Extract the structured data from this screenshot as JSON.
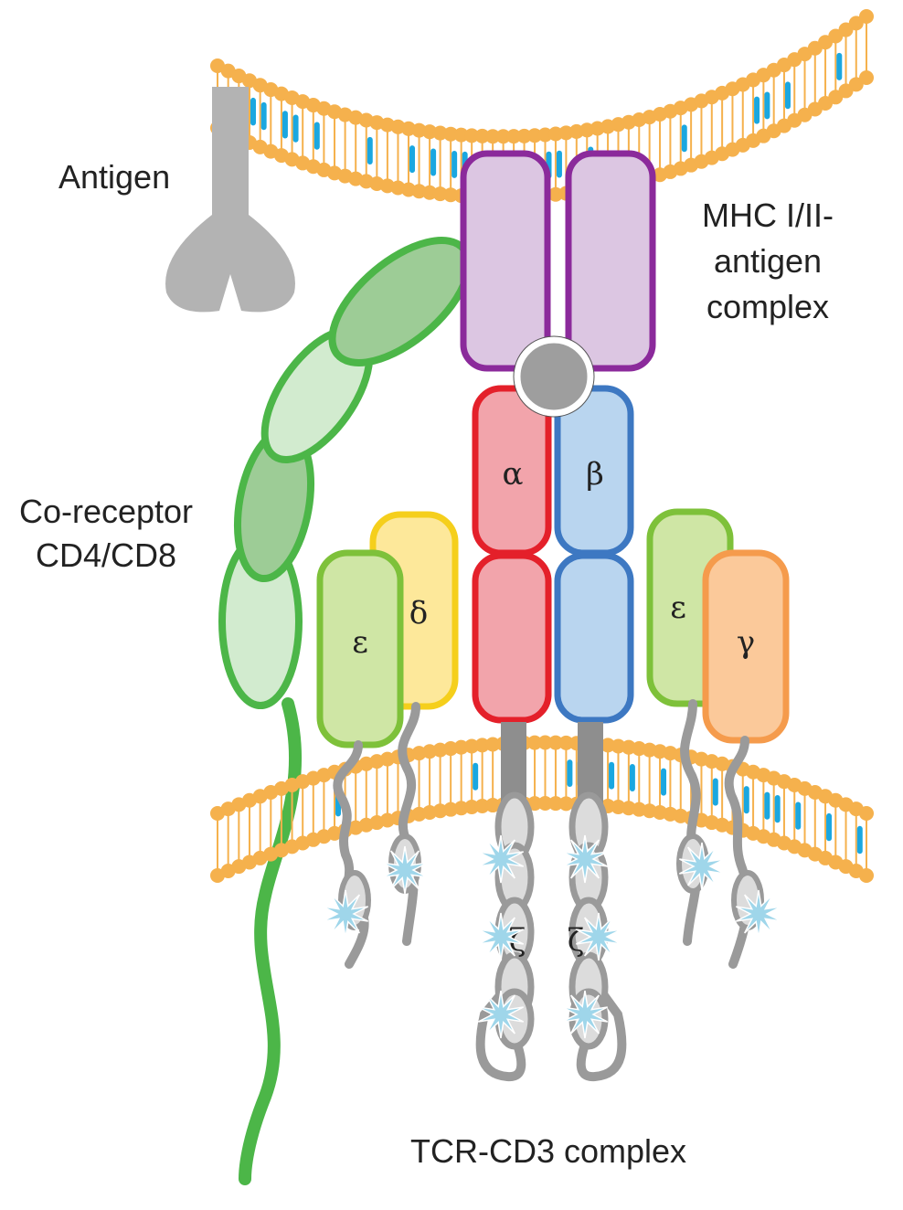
{
  "labels": {
    "antigen": "Antigen",
    "mhc_line1": "MHC I/II-",
    "mhc_line2": "antigen",
    "mhc_line3": "complex",
    "coreceptor_line1": "Co-receptor",
    "coreceptor_line2": "CD4/CD8",
    "tcr_complex": "TCR-CD3 complex"
  },
  "subunits": {
    "alpha": "α",
    "beta": "β",
    "epsilon_left": "ε",
    "delta": "δ",
    "epsilon_right": "ε",
    "gamma": "γ",
    "zeta_left": "ζ",
    "zeta_right": "ζ"
  },
  "colors": {
    "membrane_head": "#f5b14d",
    "membrane_tail": "#1aa7e0",
    "mhc": "#8b2a9b",
    "mhc_fill": "#dcc6e2",
    "alpha": "#e4202a",
    "alpha_fill": "#f2a4ab",
    "beta": "#3d78c2",
    "beta_fill": "#b9d5ef",
    "epsilon": "#7ec13a",
    "epsilon_fill": "#cfe6a5",
    "delta": "#f5cf1c",
    "delta_fill": "#fde89a",
    "gamma": "#f59b4c",
    "gamma_fill": "#fbc99a",
    "coreceptor": "#4cb648",
    "antigen": "#b3b3b3",
    "itam": "#9fd6ea"
  }
}
